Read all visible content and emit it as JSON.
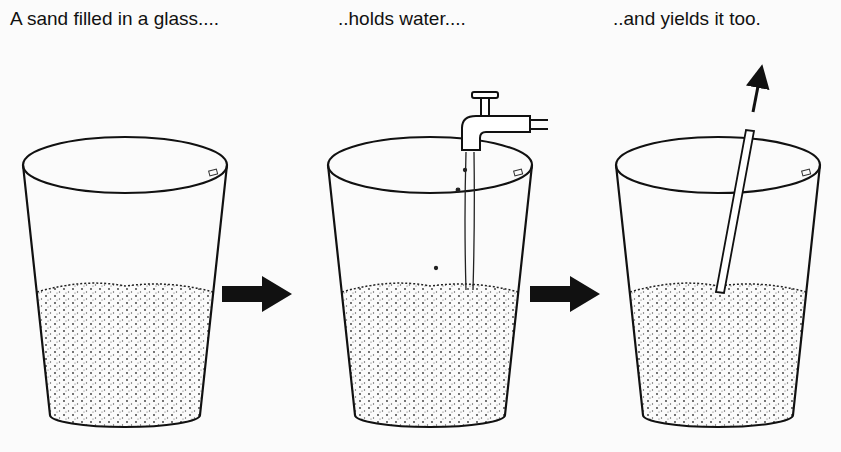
{
  "diagram": {
    "labels": [
      "A sand filled in a glass....",
      "..holds water....",
      "..and yields it too."
    ]
  }
}
